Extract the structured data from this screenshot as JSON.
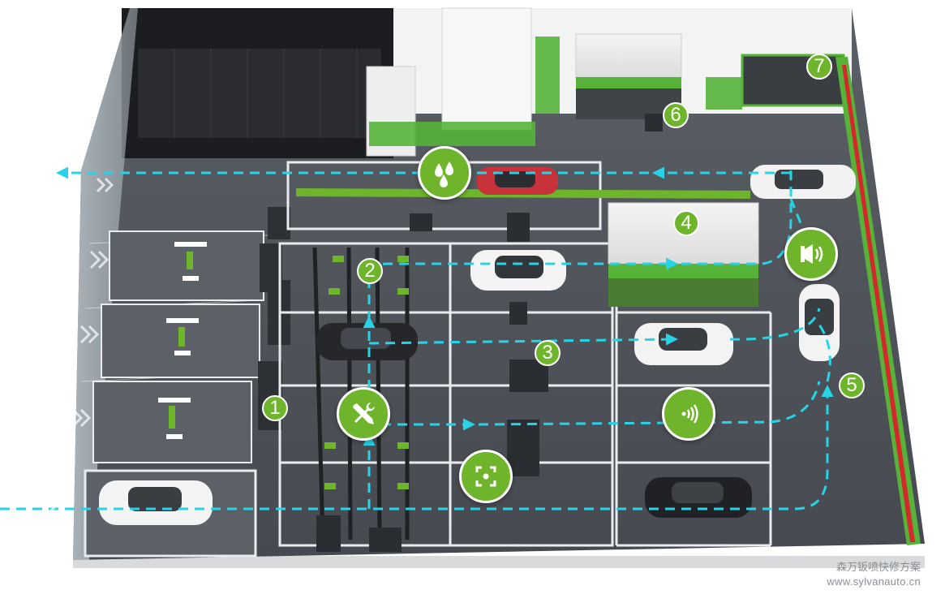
{
  "colors": {
    "accent": "#6fb52c",
    "flow": "#27d3e6",
    "floor": "#4f5359",
    "lane_line": "#e9ecef",
    "wall_dark": "#1c1d20",
    "wall_light": "#f3f3f3",
    "stripe_red": "#d22a2a",
    "stripe_green": "#57b23a"
  },
  "zones": [
    {
      "id": "zone-1",
      "label": "1"
    },
    {
      "id": "zone-2",
      "label": "2"
    },
    {
      "id": "zone-3",
      "label": "3"
    },
    {
      "id": "zone-4",
      "label": "4"
    },
    {
      "id": "zone-5",
      "label": "5"
    },
    {
      "id": "zone-6",
      "label": "6"
    },
    {
      "id": "zone-7",
      "label": "7"
    }
  ],
  "service_icons": [
    {
      "id": "water-drops",
      "icon": "water-drops-icon"
    },
    {
      "id": "horn",
      "icon": "horn-speaker-icon"
    },
    {
      "id": "tools",
      "icon": "wrench-screwdriver-icon"
    },
    {
      "id": "sound",
      "icon": "sound-wave-icon"
    },
    {
      "id": "scan",
      "icon": "scan-frame-icon"
    }
  ],
  "watermark": {
    "name": "森万钣喷快修方案",
    "url": "www.sylvanauto.cn"
  }
}
